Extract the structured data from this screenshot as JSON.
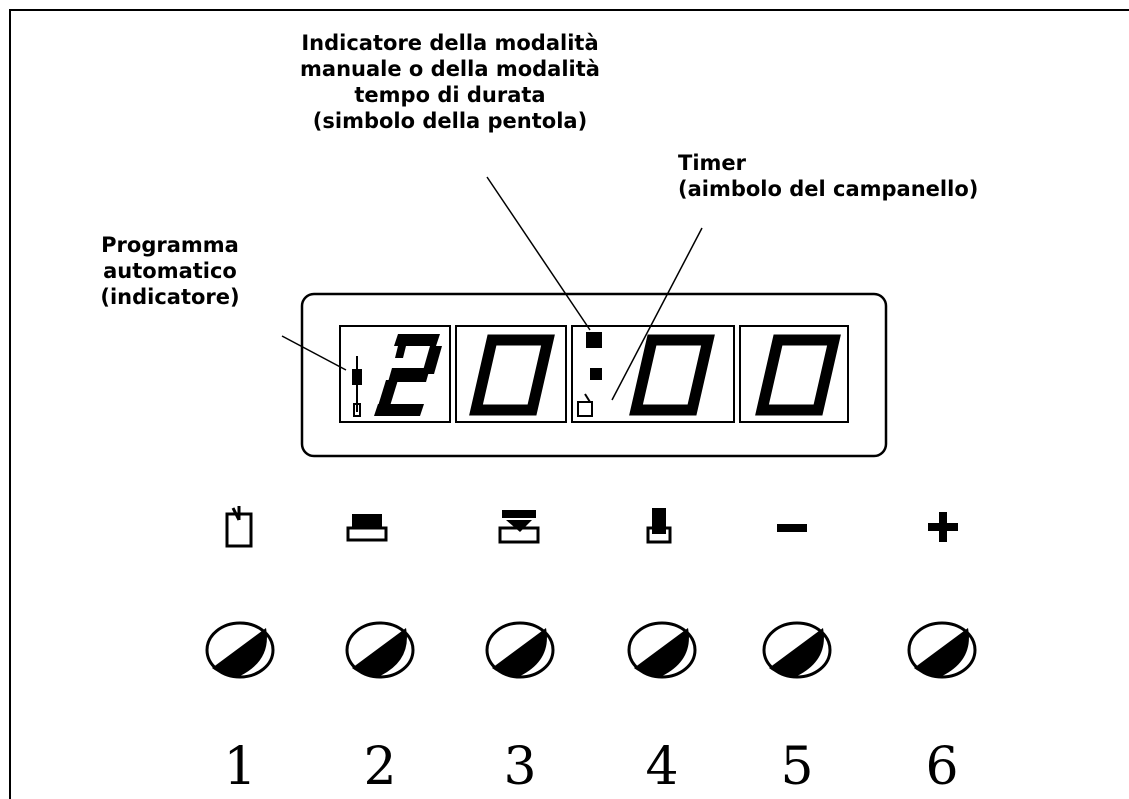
{
  "labels": {
    "program_indicator": [
      "Programma",
      "automatico",
      "(indicatore)"
    ],
    "manual_indicator": [
      "Indicatore della modalità",
      "manuale o della modalità",
      "tempo di durata",
      "(simbolo della pentola)"
    ],
    "timer": [
      "Timer",
      "(aimbolo del campanello)"
    ]
  },
  "display": {
    "digits": [
      "2",
      "0",
      "0",
      "0"
    ],
    "segments_shown": "20:00"
  },
  "function_icons": [
    "clock-hand-icon",
    "lower-heat-icon",
    "upper-lower-heat-icon",
    "finger-press-icon",
    "minus-icon",
    "plus-icon"
  ],
  "buttons": [
    "1",
    "2",
    "3",
    "4",
    "5",
    "6"
  ]
}
